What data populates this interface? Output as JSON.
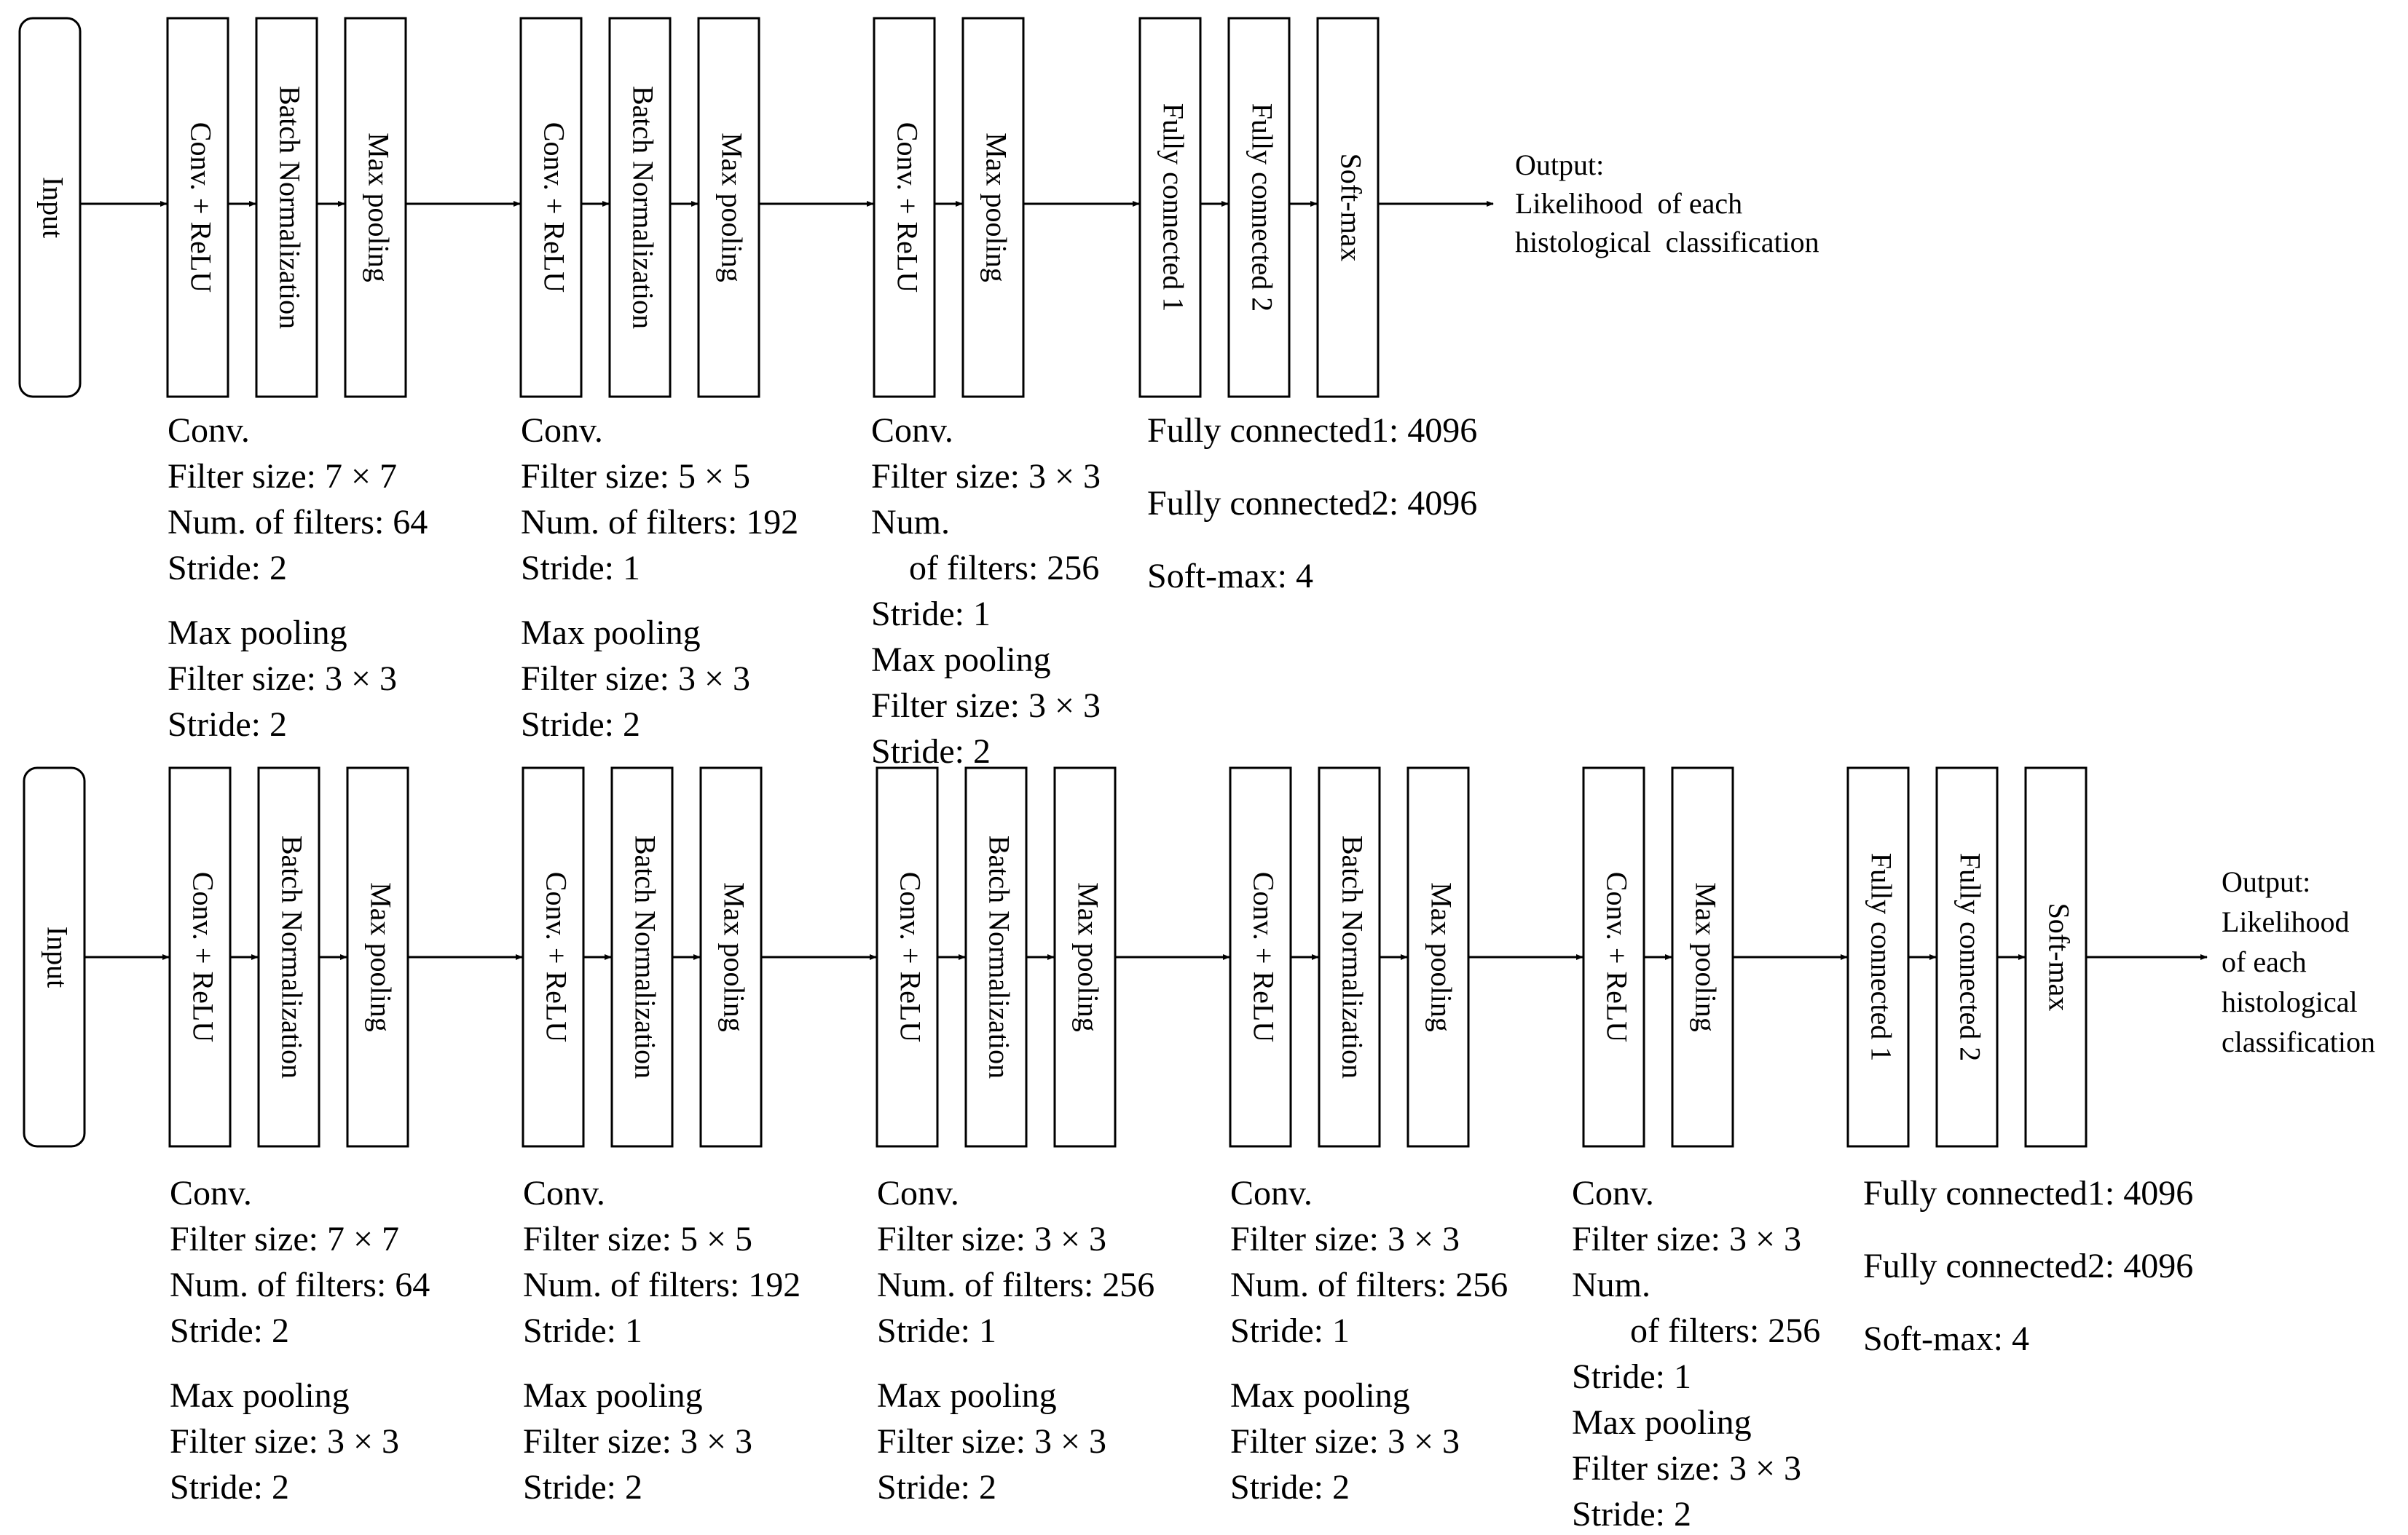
{
  "figure": {
    "pipelines": [
      {
        "id": "top",
        "input_label": "Input",
        "blocks": [
          {
            "layers": [
              "Conv. + ReLU",
              "Batch Normalization",
              "Max pooling"
            ],
            "notes": [
              "Conv.",
              "Filter size: 7 × 7",
              "Num. of filters: 64",
              "Stride: 2",
              "Max pooling",
              "Filter size: 3 × 3",
              "Stride: 2"
            ]
          },
          {
            "layers": [
              "Conv. + ReLU",
              "Batch Normalization",
              "Max pooling"
            ],
            "notes": [
              "Conv.",
              "Filter size: 5 × 5",
              "Num. of filters: 192",
              "Stride: 1",
              "Max pooling",
              "Filter size: 3 × 3",
              "Stride: 2"
            ]
          },
          {
            "layers": [
              "Conv. + ReLU",
              "Max pooling"
            ],
            "notes": [
              "Conv.",
              "Filter size: 3 × 3",
              "Num.",
              "of filters: 256",
              "Stride: 1",
              "Max pooling",
              "Filter size: 3 × 3",
              "Stride: 2"
            ]
          },
          {
            "layers": [
              "Fully connected 1",
              "Fully connected 2",
              "Soft-max"
            ],
            "notes": [
              "Fully connected1: 4096",
              "Fully connected2: 4096",
              "Soft-max: 4"
            ]
          }
        ],
        "output_lines": [
          "Output:",
          "Likelihood  of each",
          "histological  classification"
        ]
      },
      {
        "id": "bottom",
        "input_label": "Input",
        "blocks": [
          {
            "layers": [
              "Conv. + ReLU",
              "Batch Normalization",
              "Max pooling"
            ],
            "notes": [
              "Conv.",
              "Filter size: 7 × 7",
              "Num. of filters: 64",
              "Stride: 2",
              "Max pooling",
              "Filter size: 3 × 3",
              "Stride: 2"
            ]
          },
          {
            "layers": [
              "Conv. + ReLU",
              "Batch Normalization",
              "Max pooling"
            ],
            "notes": [
              "Conv.",
              "Filter size: 5 × 5",
              "Num. of filters: 192",
              "Stride: 1",
              "Max pooling",
              "Filter size: 3 × 3",
              "Stride: 2"
            ]
          },
          {
            "layers": [
              "Conv. + ReLU",
              "Batch Normalization",
              "Max pooling"
            ],
            "notes": [
              "Conv.",
              "Filter size: 3 × 3",
              "Num. of filters: 256",
              "Stride: 1",
              "Max pooling",
              "Filter size: 3 × 3",
              "Stride: 2"
            ]
          },
          {
            "layers": [
              "Conv. + ReLU",
              "Batch Normalization",
              "Max pooling"
            ],
            "notes": [
              "Conv.",
              "Filter size: 3 × 3",
              "Num. of filters: 256",
              "Stride: 1",
              "Max pooling",
              "Filter size: 3 × 3",
              "Stride: 2"
            ]
          },
          {
            "layers": [
              "Conv. + ReLU",
              "Max pooling"
            ],
            "notes": [
              "Conv.",
              "Filter size: 3 × 3",
              "Num.",
              "of filters: 256",
              "Stride: 1",
              "Max pooling",
              "Filter size: 3 × 3",
              "Stride: 2"
            ]
          },
          {
            "layers": [
              "Fully connected 1",
              "Fully connected 2",
              "Soft-max"
            ],
            "notes": [
              "Fully connected1: 4096",
              "Fully connected2: 4096",
              "Soft-max: 4"
            ]
          }
        ],
        "output_lines": [
          "Output:",
          "Likelihood",
          "of each",
          "histological",
          "classification"
        ]
      }
    ]
  }
}
